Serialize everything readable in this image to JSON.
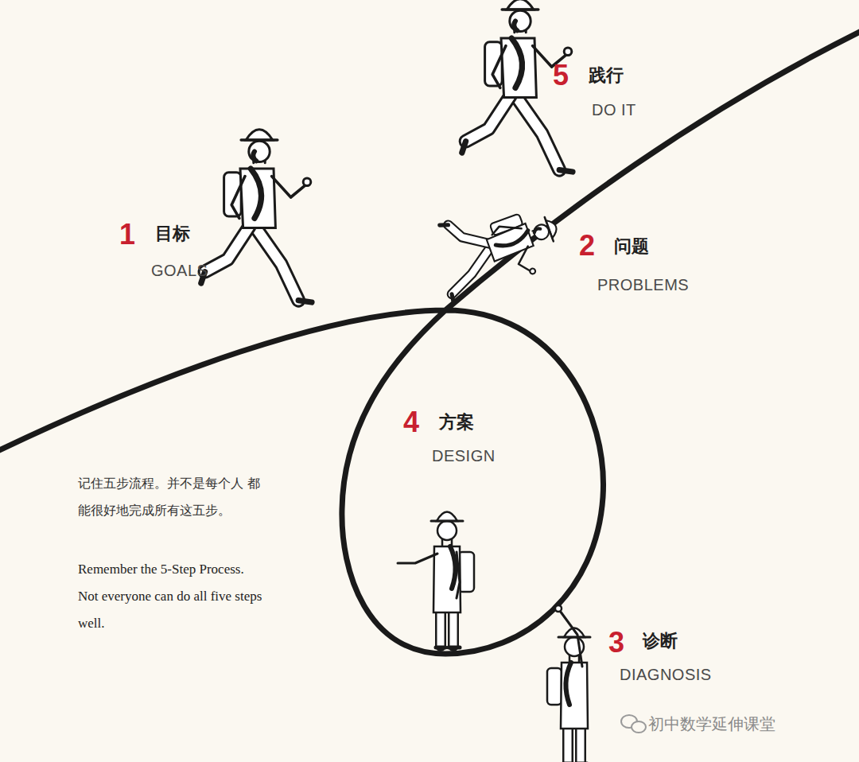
{
  "diagram": {
    "labels": [
      "1",
      "目标",
      "GOALS",
      "2",
      "问题",
      "PROBLEMS",
      "3",
      "诊断",
      "DIAGNOSIS",
      "4",
      "方案",
      "DESIGN",
      "5",
      "践行",
      "DO IT",
      "记住五步流程。并不是每个人 都能很好地完成所有这五步。",
      "Remember the 5-Step Process. Not everyone can do all five steps well.",
      "初中数学延伸课堂"
    ]
  }
}
